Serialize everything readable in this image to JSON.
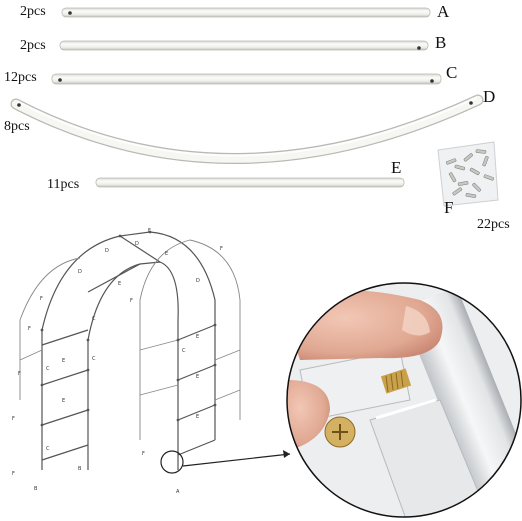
{
  "parts": [
    {
      "qty": "2pcs",
      "letter": "A"
    },
    {
      "qty": "2pcs",
      "letter": "B"
    },
    {
      "qty": "12pcs",
      "letter": "C"
    },
    {
      "qty": "8pcs",
      "letter": "D"
    },
    {
      "qty": "11pcs",
      "letter": "E"
    },
    {
      "qty": "22pcs",
      "letter": "F"
    }
  ],
  "colors": {
    "tube": "#f1f1ee",
    "tube_edge": "#b9b9b4",
    "diagram_line": "#555555",
    "callout": "#222222",
    "screw": "#c8a456"
  }
}
